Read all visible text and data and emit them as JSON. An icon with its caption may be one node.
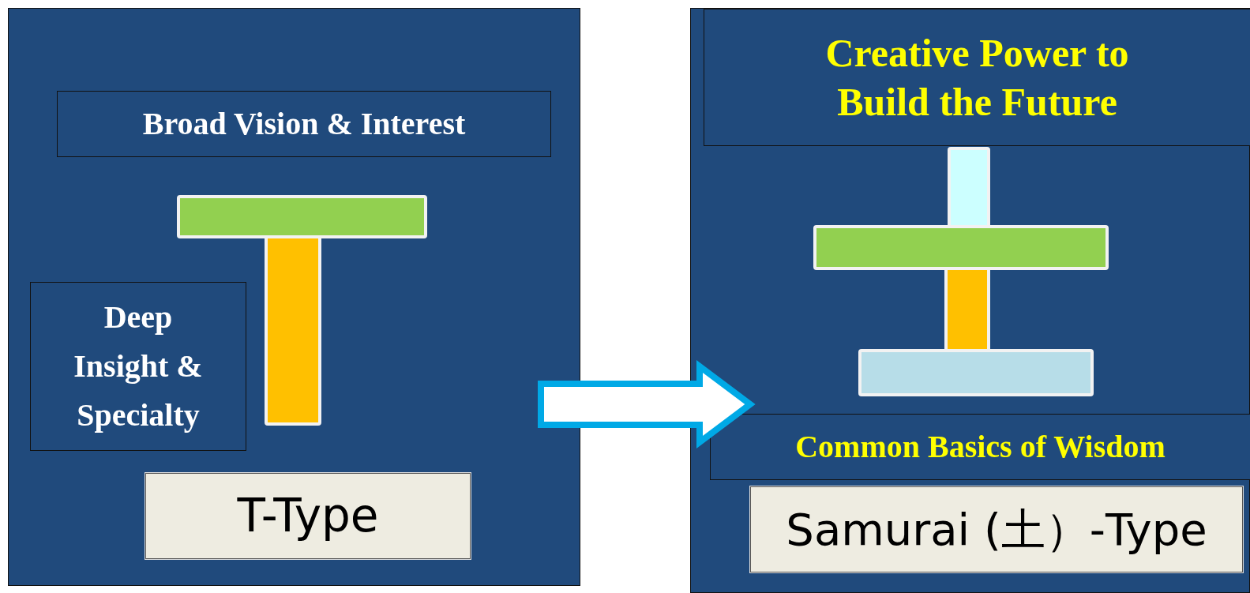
{
  "diagram": {
    "nodes": [
      {
        "text": [],
        "shape": "box"
      },
      {
        "text": [
          "Broad Vision & Interest"
        ],
        "in": 0
      },
      {
        "text": [
          "Deep Insight & Specialty"
        ],
        "in": 0
      },
      {
        "text": [
          "T-Type"
        ],
        "in": 0
      },
      {
        "text": [],
        "shape": "box"
      },
      {
        "text": [
          "Creative Power to Build the Future"
        ],
        "in": 4
      },
      {
        "text": [
          "Common Basics of Wisdom"
        ],
        "in": 4
      },
      {
        "text": [
          "Samurai (土）-Type"
        ],
        "in": 4
      }
    ],
    "edges": [
      {
        "from": 0,
        "to": 4,
        "arrow": "to"
      }
    ]
  }
}
